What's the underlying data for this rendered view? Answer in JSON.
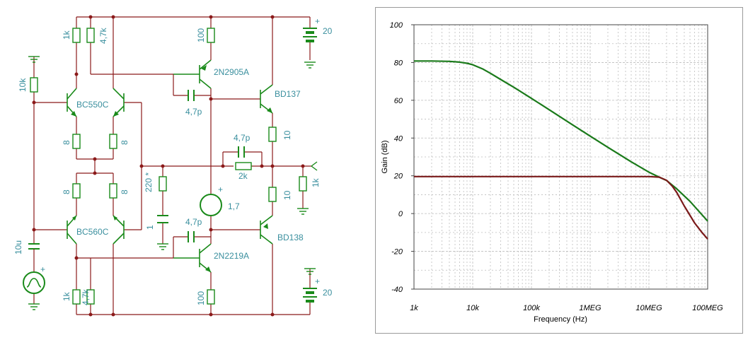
{
  "schematic": {
    "supply_top": {
      "value": "20",
      "polarity": "+"
    },
    "supply_bottom": {
      "value": "20",
      "polarity": "+"
    },
    "source_polarity": "+",
    "components": {
      "r_top_left": "1k",
      "r_top_right": "4,7k",
      "r_bias": "10k",
      "r_emitter_top_left": "8",
      "r_emitter_top_right": "8",
      "r_emitter_bot_left": "8",
      "r_emitter_bot_right": "8",
      "r_bot_left": "1k",
      "r_bot_right": "4,7k",
      "r_vas_top": "100",
      "r_vas_bot": "100",
      "r_out_top": "10",
      "r_out_bot": "10",
      "r_load": "1k",
      "r_feedback": "2k",
      "c_feedback": "4,7p",
      "c_miller_top": "4,7p",
      "c_miller_bot": "4,7p",
      "r_comp": "220 *",
      "c_comp": "1",
      "c_input": "10u",
      "v_bias": "1,7",
      "v_bias_polarity": "+",
      "q_diff_top": "BC550C",
      "q_diff_bot": "BC560C",
      "q_vas_top": "2N2905A",
      "q_vas_bot": "2N2219A",
      "q_out_top": "BD137",
      "q_out_bot": "BD138"
    }
  },
  "chart_data": {
    "type": "line",
    "xlabel": "Frequency (Hz)",
    "ylabel": "Gain (dB)",
    "xscale": "log",
    "xlim": [
      1000,
      100000000
    ],
    "ylim": [
      -40,
      100
    ],
    "grid": true,
    "x_tick_labels": [
      "1k",
      "10k",
      "100k",
      "1MEG",
      "10MEG",
      "100MEG"
    ],
    "y_tick_labels": [
      "100",
      "80",
      "60",
      "40",
      "20",
      "0",
      "-20",
      "-40"
    ],
    "series": [
      {
        "color": "#1a7a1a",
        "x": [
          1000,
          2000,
          4000,
          6000,
          8000,
          10000,
          15000,
          20000,
          30000,
          50000,
          100000,
          200000,
          500000,
          1000000,
          2000000,
          5000000,
          10000000,
          15000000,
          20000000,
          30000000,
          50000000,
          100000000
        ],
        "y": [
          80.8,
          80.8,
          80.6,
          80.2,
          79.6,
          78.8,
          76.5,
          74.3,
          71.0,
          66.9,
          61.0,
          55.0,
          47.0,
          41.0,
          35.1,
          27.4,
          21.9,
          19.3,
          17.5,
          13.0,
          6.5,
          -4.0
        ]
      },
      {
        "color": "#7a1a1a",
        "x": [
          1000,
          10000,
          100000,
          1000000,
          10000000,
          15000000,
          20000000,
          25000000,
          30000000,
          40000000,
          60000000,
          80000000,
          100000000
        ],
        "y": [
          19.6,
          19.6,
          19.6,
          19.6,
          19.6,
          19.3,
          17.6,
          14.5,
          11.0,
          4.0,
          -5.0,
          -10.0,
          -13.5
        ]
      }
    ]
  }
}
